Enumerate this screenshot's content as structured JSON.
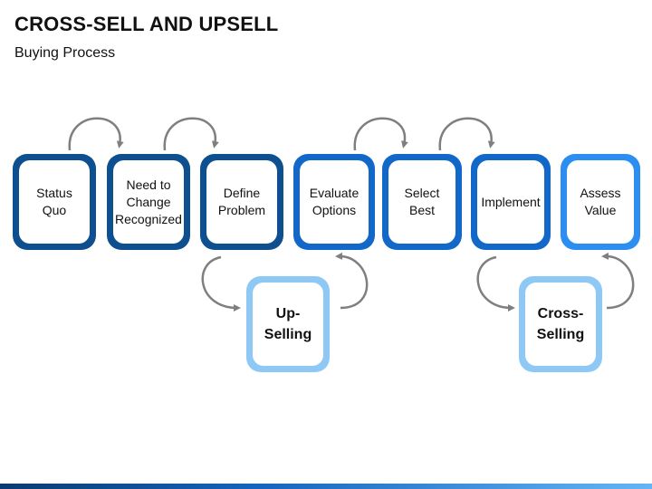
{
  "header": {
    "title": "CROSS-SELL AND UPSELL",
    "subtitle": "Buying Process"
  },
  "colors": {
    "dark_blue": "#0d4f8f",
    "mid_blue": "#1268c8",
    "bright_blue": "#2b8ef0",
    "light_blue": "#8ec9f6",
    "arrow_gray": "#7f7f7f"
  },
  "steps": [
    {
      "label": "Status\nQuo"
    },
    {
      "label": "Need to\nChange\nRecognized"
    },
    {
      "label": "Define\nProblem"
    },
    {
      "label": "Evaluate\nOptions"
    },
    {
      "label": "Select\nBest"
    },
    {
      "label": "Implement"
    },
    {
      "label": "Assess\nValue"
    }
  ],
  "branches": [
    {
      "label": "Up-\nSelling"
    },
    {
      "label": "Cross-\nSelling"
    }
  ]
}
